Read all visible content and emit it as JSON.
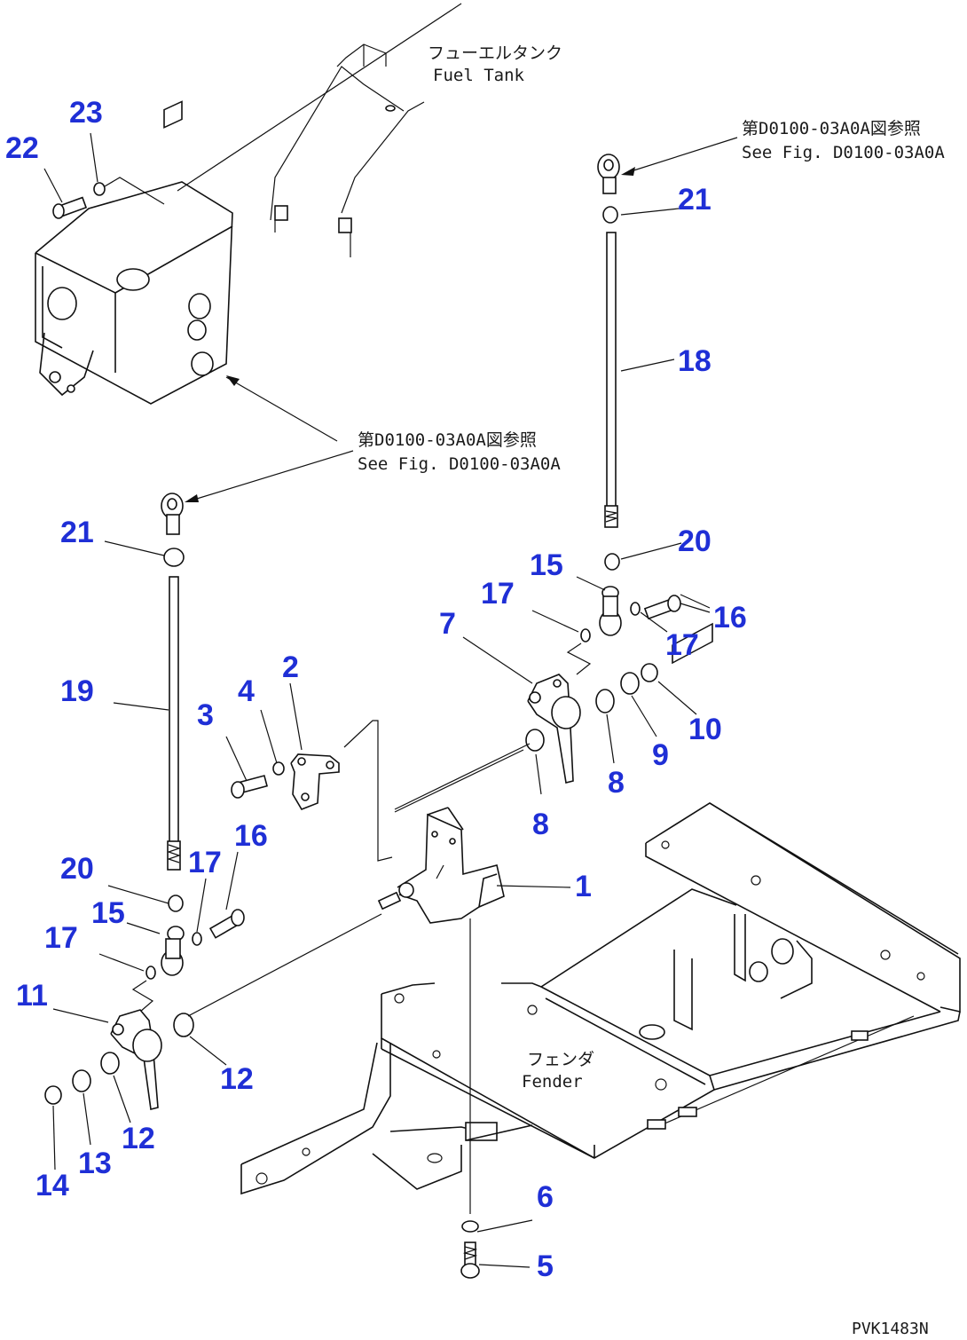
{
  "diagram": {
    "callouts": {
      "n1": "1",
      "n2": "2",
      "n3": "3",
      "n4": "4",
      "n5": "5",
      "n6": "6",
      "n7": "7",
      "n8a": "8",
      "n8b": "8",
      "n9": "9",
      "n10": "10",
      "n11": "11",
      "n12a": "12",
      "n12b": "12",
      "n13": "13",
      "n14": "14",
      "n15a": "15",
      "n15b": "15",
      "n16a": "16",
      "n16b": "16",
      "n17a": "17",
      "n17b": "17",
      "n17c": "17",
      "n17d": "17",
      "n18": "18",
      "n19": "19",
      "n20a": "20",
      "n20b": "20",
      "n21a": "21",
      "n21b": "21",
      "n22": "22",
      "n23": "23"
    },
    "notes": {
      "fuel_tank_jp": "フューエルタンク",
      "fuel_tank_en": "Fuel Tank",
      "ref_top_jp": "第D0100-03A0A図参照",
      "ref_top_en": "See Fig. D0100-03A0A",
      "ref_mid_jp": "第D0100-03A0A図参照",
      "ref_mid_en": "See Fig. D0100-03A0A",
      "fender_jp": "フェンダ",
      "fender_en": "Fender"
    },
    "drawing_code": "PVK1483N"
  }
}
